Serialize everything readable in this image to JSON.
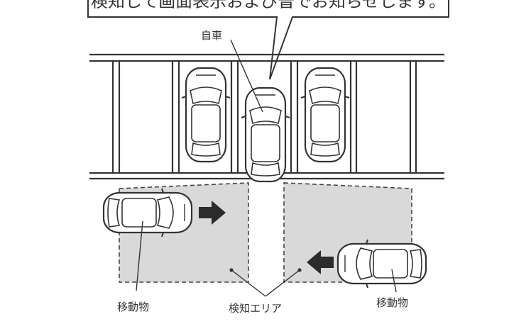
{
  "callout": {
    "text": "検知して画面表示および音でお知らせします。"
  },
  "labels": {
    "own_car": "自車",
    "moving_object_left": "移動物",
    "moving_object_right": "移動物",
    "detection_area": "検知エリア"
  },
  "colors": {
    "line": "#333333",
    "detection_fill": "#d9d9d9",
    "arrow": "#2b2b2b",
    "car_body": "#ffffff"
  },
  "icons": {
    "arrow_left_car": "arrow-right-icon",
    "arrow_right_car": "arrow-left-icon"
  }
}
